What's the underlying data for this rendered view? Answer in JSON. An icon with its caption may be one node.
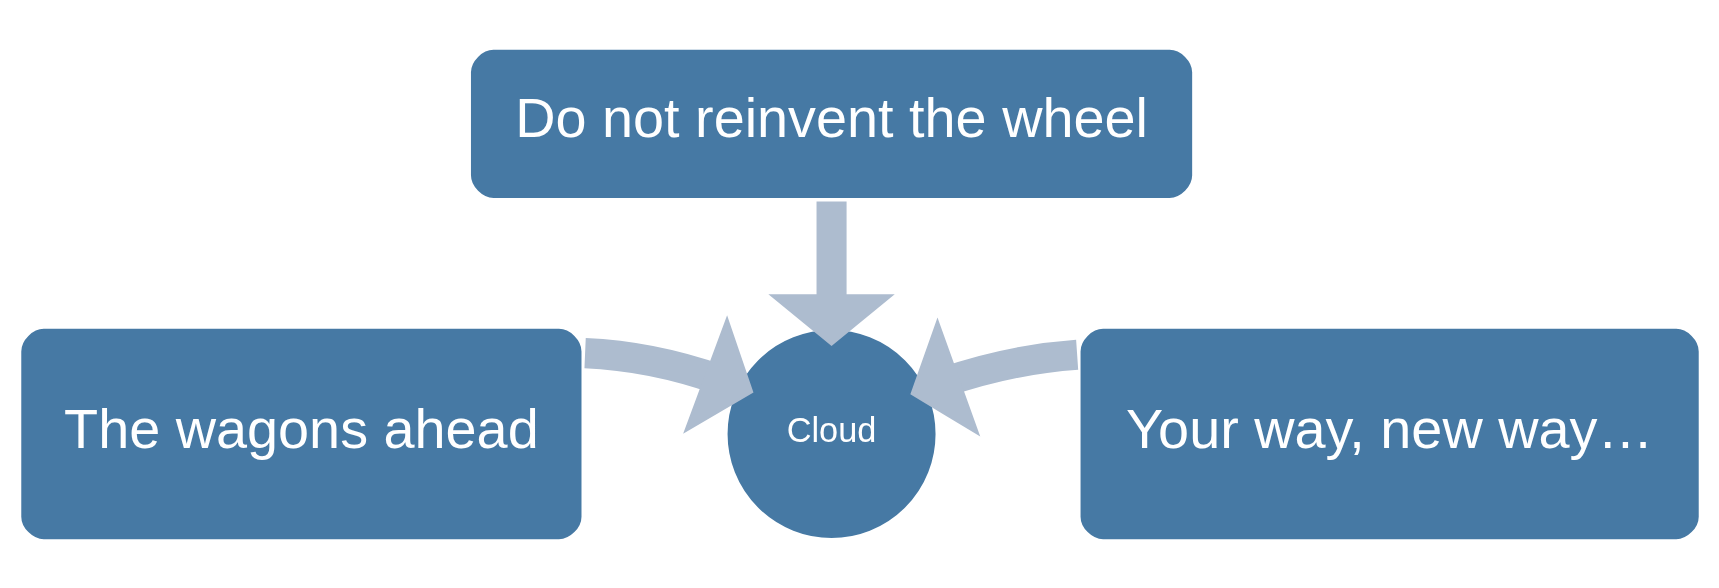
{
  "diagram": {
    "nodes": [
      {
        "text": [
          "Do not reinvent the wheel"
        ]
      },
      {
        "text": [
          "The wagons ahead"
        ]
      },
      {
        "text": [
          "Cloud"
        ]
      },
      {
        "text": [
          "Your way, new way…"
        ]
      }
    ],
    "edges": [
      {
        "from": 0,
        "to": 2,
        "arrow": "to"
      },
      {
        "from": 1,
        "to": 2,
        "arrow": "to"
      },
      {
        "from": 3,
        "to": 2,
        "arrow": "to"
      }
    ]
  }
}
